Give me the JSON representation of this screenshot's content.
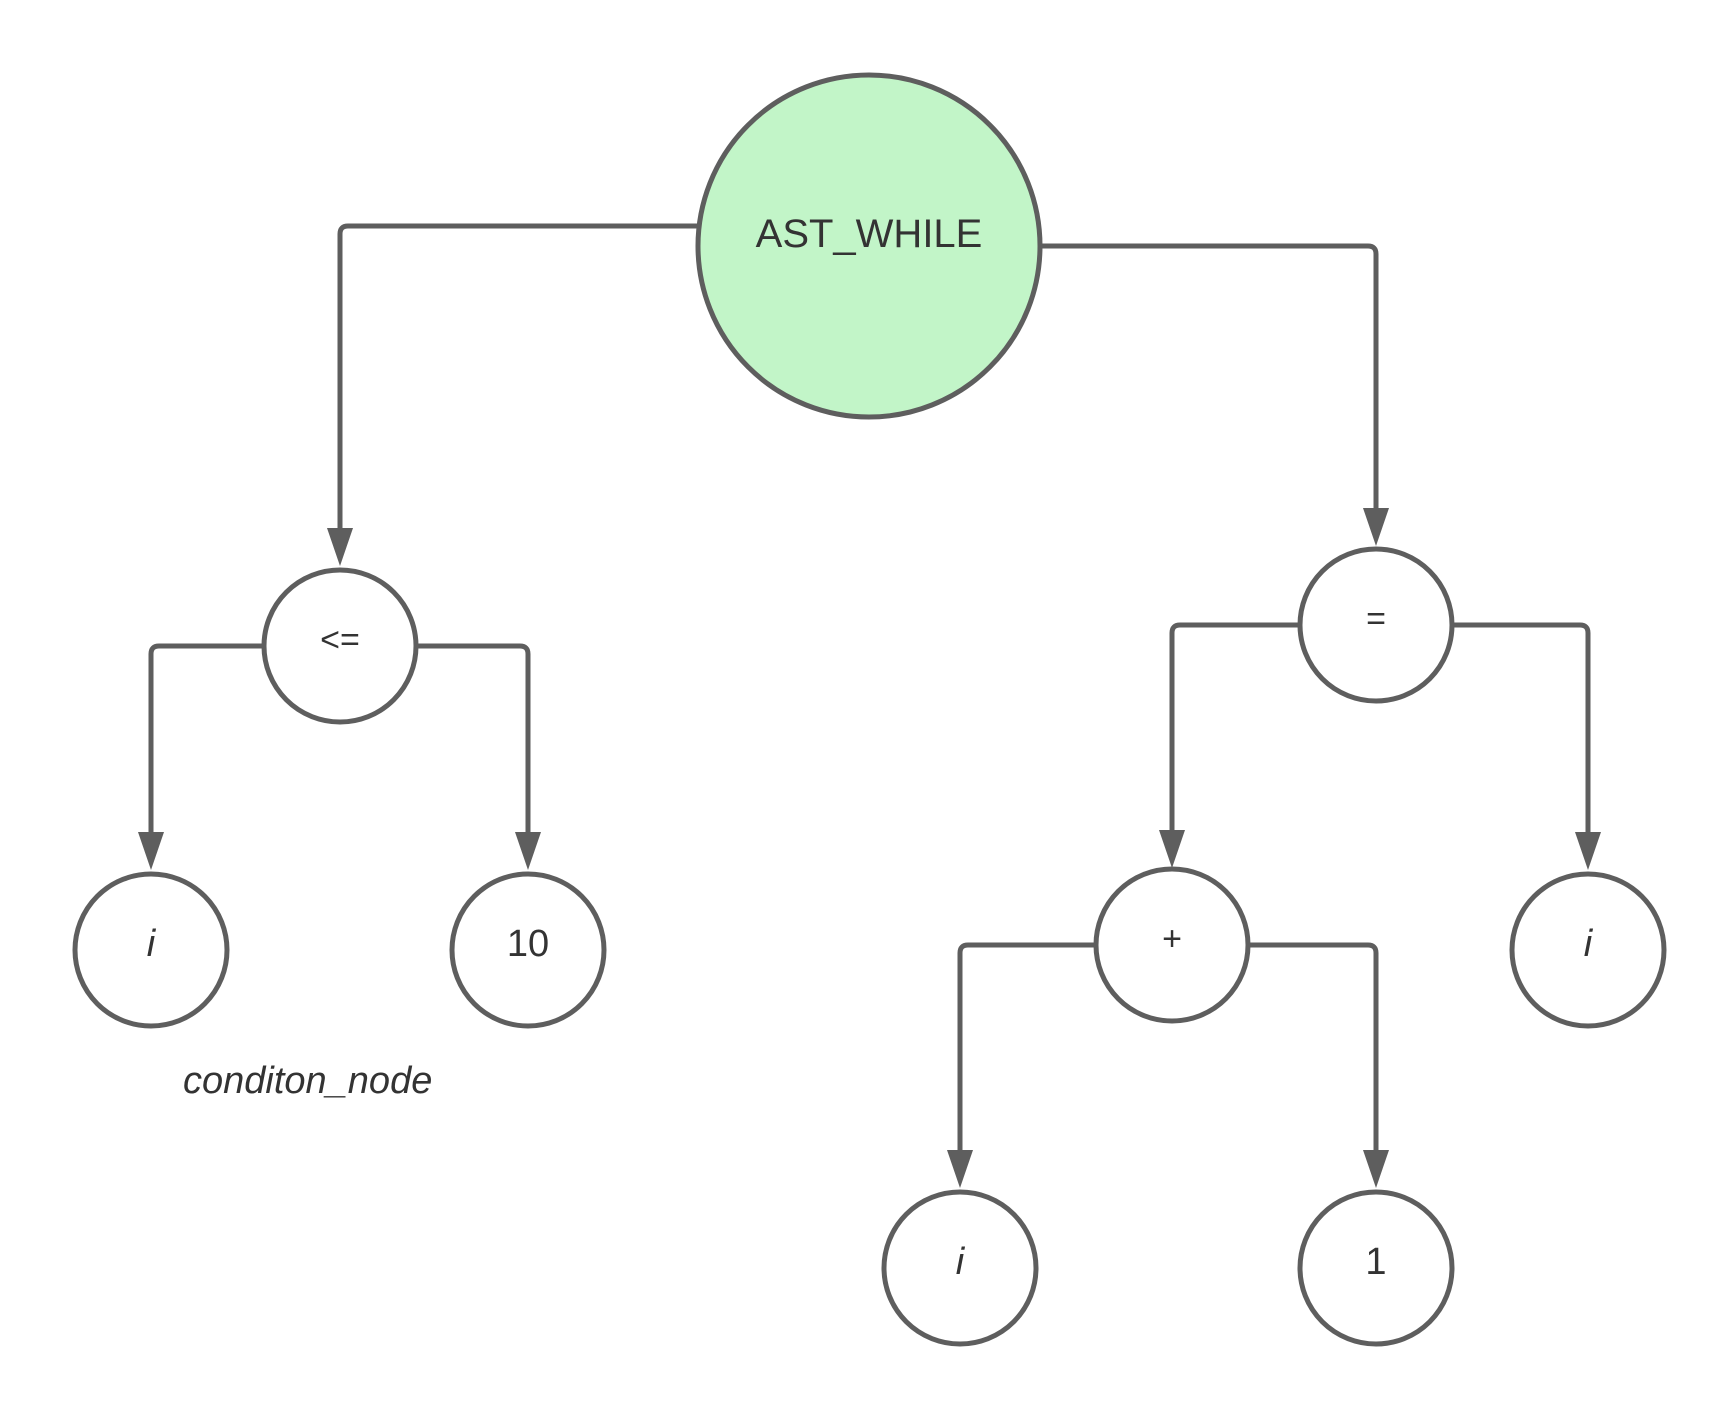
{
  "colors": {
    "root_fill": "#c2f5c8",
    "node_fill": "#ffffff",
    "stroke": "#5e5e5e",
    "text": "#333333"
  },
  "nodes": {
    "root": {
      "label": "AST_WHILE"
    },
    "cond": {
      "label": "<="
    },
    "cond_left": {
      "label": "i"
    },
    "cond_right": {
      "label": "10"
    },
    "assign": {
      "label": "="
    },
    "plus": {
      "label": "+"
    },
    "assign_right": {
      "label": "i"
    },
    "plus_left": {
      "label": "i"
    },
    "plus_right": {
      "label": "1"
    }
  },
  "caption": "conditon_node"
}
